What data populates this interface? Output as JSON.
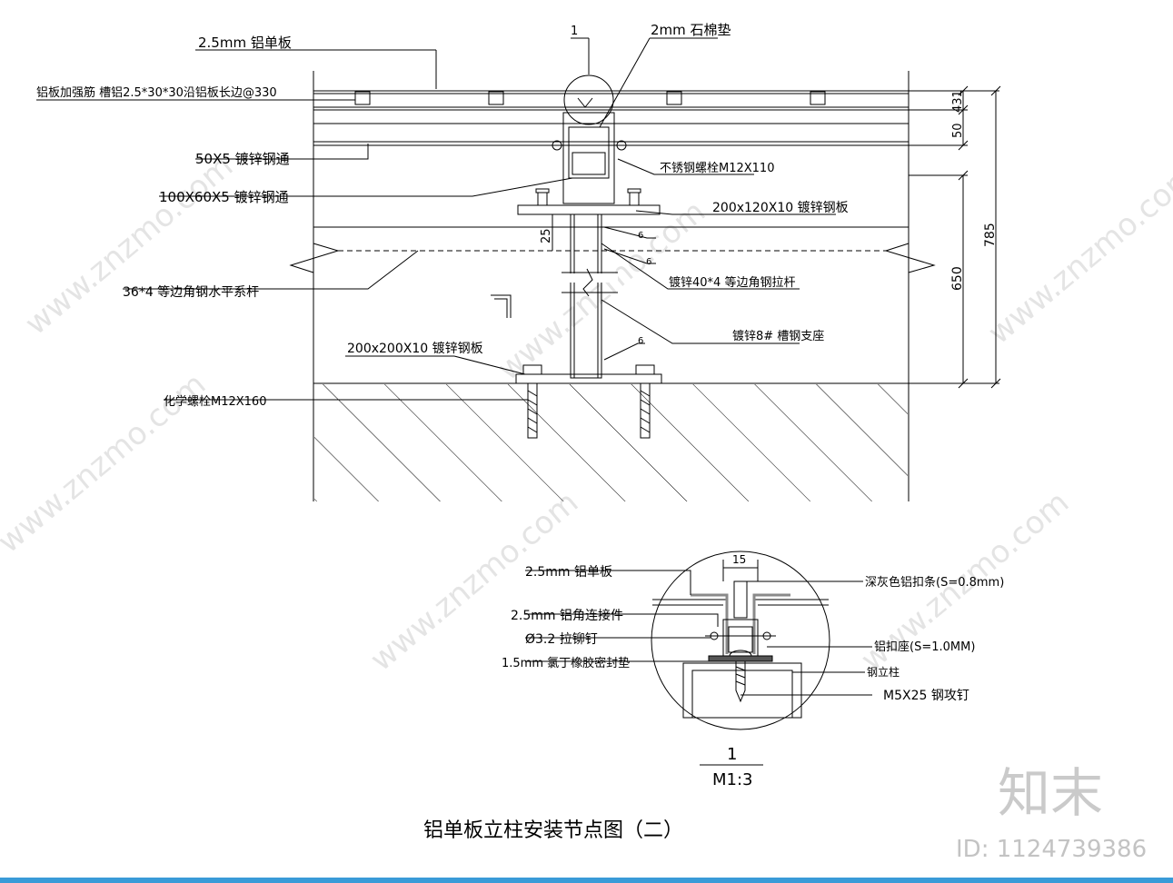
{
  "title": "铝单板立柱安装节点图（二）",
  "labels": {
    "panel": "2.5mm 铝单板",
    "rib": "铝板加强筋 槽铝2.5*30*30沿铝板长边@330",
    "pad": "2mm 石棉垫",
    "detail_ref": "1",
    "tube50": "50X5 镀锌钢通",
    "tube100": "100X60X5 镀锌钢通",
    "bolt": "不锈钢螺栓M12X110",
    "plate_top": "200x120X10 镀锌钢板",
    "angle_h": "36*4 等边角钢水平系杆",
    "angle_brace": "镀锌40*4 等边角钢拉杆",
    "channel": "镀锌8# 槽钢支座",
    "plate_base": "200x200X10 镀锌钢板",
    "anchor": "化学螺栓M12X160"
  },
  "dimensions": {
    "d50": "50",
    "d431": "431",
    "d785": "785",
    "d650": "650",
    "d25": "25",
    "weld": "6"
  },
  "detail": {
    "d15": "15",
    "panel": "2.5mm 铝单板",
    "connector": "2.5mm 铝角连接件",
    "rivet": "Ø3.2 拉铆钉",
    "gasket": "1.5mm 氯丁橡胶密封垫",
    "strip": "深灰色铝扣条(S=0.8mm)",
    "base": "铝扣座(S=1.0MM)",
    "post": "钢立柱",
    "screw": "M5X25 钢攻钉",
    "scale_num": "1",
    "scale": "M1:3"
  },
  "watermark": {
    "logo": "知末",
    "site": "www.znzmo.com",
    "id": "ID: 1124739386"
  }
}
